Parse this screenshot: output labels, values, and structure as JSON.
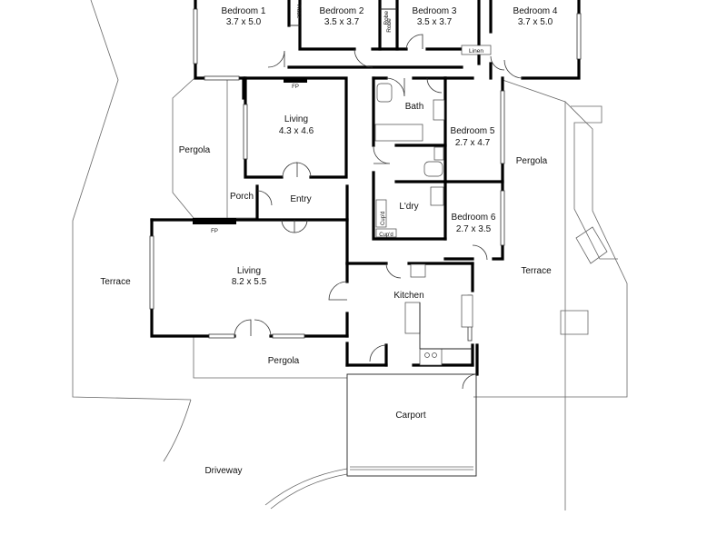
{
  "rooms": {
    "bedroom1": {
      "name": "Bedroom 1",
      "size": "3.7 x 5.0"
    },
    "bedroom2": {
      "name": "Bedroom 2",
      "size": "3.5 x 3.7"
    },
    "bedroom3": {
      "name": "Bedroom 3",
      "size": "3.5 x 3.7"
    },
    "bedroom4": {
      "name": "Bedroom 4",
      "size": "3.7 x 5.0"
    },
    "bedroom5": {
      "name": "Bedroom 5",
      "size": "2.7 x 4.7"
    },
    "bedroom6": {
      "name": "Bedroom 6",
      "size": "2.7 x 3.5"
    },
    "living_upper": {
      "name": "Living",
      "size": "4.3 x 4.6"
    },
    "living_main": {
      "name": "Living",
      "size": "8.2 x 5.5"
    },
    "entry": {
      "name": "Entry"
    },
    "porch": {
      "name": "Porch"
    },
    "bath": {
      "name": "Bath"
    },
    "laundry": {
      "name": "L'dry"
    },
    "kitchen": {
      "name": "Kitchen"
    },
    "carport": {
      "name": "Carport"
    },
    "driveway": {
      "name": "Driveway"
    },
    "terrace_left": {
      "name": "Terrace"
    },
    "terrace_right": {
      "name": "Terrace"
    },
    "pergola_left": {
      "name": "Pergola"
    },
    "pergola_right": {
      "name": "Pergola"
    },
    "pergola_bottom": {
      "name": "Pergola"
    }
  },
  "annotations": {
    "robe_a": "Robe",
    "robe_b": "Robe",
    "robe_c": "Robe",
    "linen": "Linen",
    "fp_upper": "FP",
    "fp_main": "FP",
    "cupd_a": "Cup'd",
    "cupd_b": "Cup'd"
  }
}
